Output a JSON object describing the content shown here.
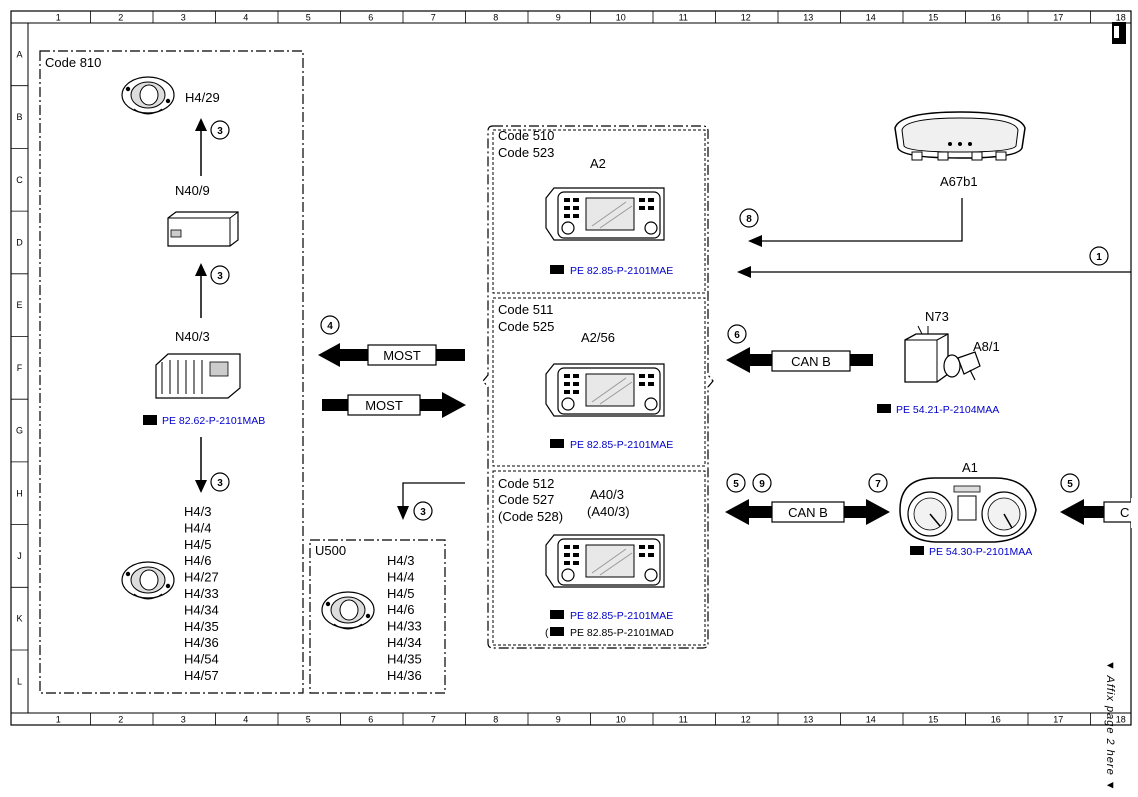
{
  "grid": {
    "columns": [
      "1",
      "2",
      "3",
      "4",
      "5",
      "6",
      "7",
      "8",
      "9",
      "10",
      "11",
      "12",
      "13",
      "14",
      "15",
      "16",
      "17",
      "18"
    ],
    "rows": [
      "A",
      "B",
      "C",
      "D",
      "E",
      "F",
      "G",
      "H",
      "J",
      "K",
      "L"
    ]
  },
  "left_group": {
    "code": "Code 810",
    "top_component": "H4/29",
    "module_1": "N40/9",
    "module_2": "N40/3",
    "module_2_ref": "PE 82.62-P-2101MAB",
    "speaker_list": [
      "H4/3",
      "H4/4",
      "H4/5",
      "H4/6",
      "H4/27",
      "H4/33",
      "H4/34",
      "H4/35",
      "H4/36",
      "H4/54",
      "H4/57"
    ]
  },
  "u500_group": {
    "code": "U500",
    "speaker_list": [
      "H4/3",
      "H4/4",
      "H4/5",
      "H4/6",
      "H4/33",
      "H4/34",
      "H4/35",
      "H4/36"
    ]
  },
  "center_group": {
    "box1": {
      "code_a": "Code 510",
      "code_b": "Code 523",
      "unit": "A2",
      "ref": "PE 82.85-P-2101MAE"
    },
    "box2": {
      "code_a": "Code 511",
      "code_b": "Code 525",
      "unit": "A2/56",
      "ref": "PE 82.85-P-2101MAE"
    },
    "box3": {
      "code_a": "Code 512",
      "code_b": "Code 527",
      "code_c": "(Code 528)",
      "unit": "A40/3",
      "unit_alt": "(A40/3)",
      "ref": "PE 82.85-P-2101MAE",
      "ref2": "PE 82.85-P-2101MAD"
    }
  },
  "right_components": {
    "mirror": "A67b1",
    "switch_label_a": "N73",
    "switch_label_b": "A8/1",
    "switch_ref": "PE 54.21-P-2104MAA",
    "cluster": "A1",
    "cluster_ref": "PE 54.30-P-2101MAA"
  },
  "buses": {
    "most_out": "MOST",
    "most_in": "MOST",
    "can_b_1": "CAN B",
    "can_b_2": "CAN B",
    "can_b_3_partial": "C"
  },
  "callouts": {
    "c_h4_29": "3",
    "c_n40_9": "3",
    "c_n40_3": "3",
    "c_u500": "3",
    "c_most": "4",
    "c_mirror": "8",
    "c_line1": "1",
    "c_switch": "6",
    "c_canb_left_a": "5",
    "c_canb_left_b": "9",
    "c_canb_right": "7",
    "c_cluster_right": "5"
  },
  "side_text": "▼ Affix page 2 here ▼"
}
